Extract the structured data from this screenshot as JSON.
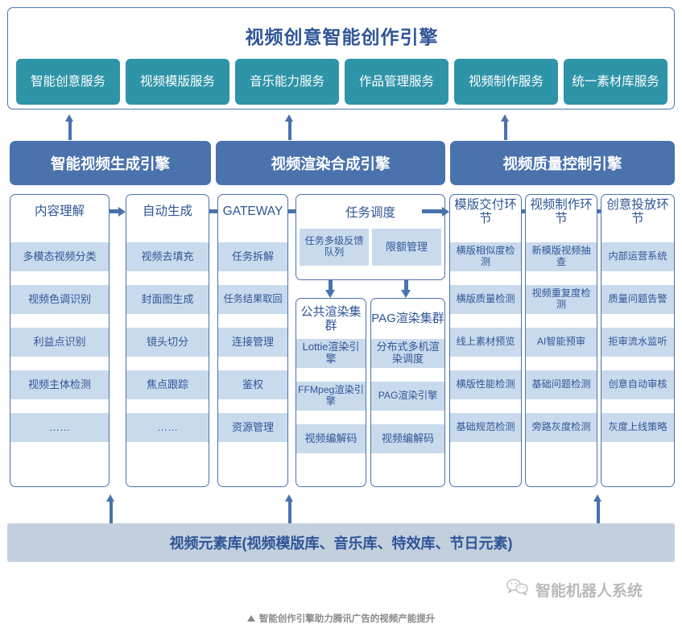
{
  "platform": {
    "title": "视频创意智能创作引擎",
    "services": [
      "智能创意服务",
      "视频模版服务",
      "音乐能力服务",
      "作品管理服务",
      "视频制作服务",
      "统一素材库服务"
    ]
  },
  "engines": [
    "智能视频生成引擎",
    "视频渲染合成引擎",
    "视频质量控制引擎"
  ],
  "columns": {
    "content_understanding": {
      "header": "内容理解",
      "items": [
        "多模态视频分类",
        "视频色调识别",
        "利益点识别",
        "视频主体检测",
        "……"
      ]
    },
    "auto_generation": {
      "header": "自动生成",
      "items": [
        "视频去填充",
        "封面图生成",
        "镜头切分",
        "焦点跟踪",
        "……"
      ]
    },
    "gateway": {
      "header": "GATEWAY",
      "items": [
        "任务拆解",
        "任务结果取回",
        "连接管理",
        "鉴权",
        "资源管理"
      ]
    },
    "task_scheduling": {
      "header": "任务调度",
      "items": [
        "任务多级反馈队列",
        "限额管理"
      ]
    },
    "public_render_cluster": {
      "header": "公共渲染集群",
      "items": [
        "Lottie渲染引擎",
        "FFMpeg渲染引擎",
        "视频编解码"
      ]
    },
    "pag_render_cluster": {
      "header": "PAG渲染集群",
      "items": [
        "分布式多机渲染调度",
        "PAG渲染引擎",
        "视频编解码"
      ]
    },
    "template_delivery": {
      "header": "模版交付环节",
      "items": [
        "横版相似度检测",
        "横版质量检测",
        "线上素材预览",
        "横版性能检测",
        "基础规范检测"
      ]
    },
    "video_production": {
      "header": "视频制作环节",
      "items": [
        "新模版视频抽查",
        "视频重复度检测",
        "AI智能预审",
        "基础问题检测",
        "旁路灰度检测"
      ]
    },
    "creative_delivery": {
      "header": "创意投放环节",
      "items": [
        "内部运营系统",
        "质量问题告警",
        "拒审流水监听",
        "创意自动审核",
        "灰度上线策略"
      ]
    }
  },
  "library": {
    "label": "视频元素库(视频模版库、音乐库、特效库、节日元素)"
  },
  "footer": {
    "watermark": "智能机器人系统",
    "caption": "智能创作引擎助力腾讯广告的视频产能提升"
  },
  "colors": {
    "service_chip": "#2e94a8",
    "engine_bar": "#4a72ad",
    "item_cell": "#c9daec",
    "library_bar": "#c2cfdd",
    "text_blue": "#2f5597"
  }
}
